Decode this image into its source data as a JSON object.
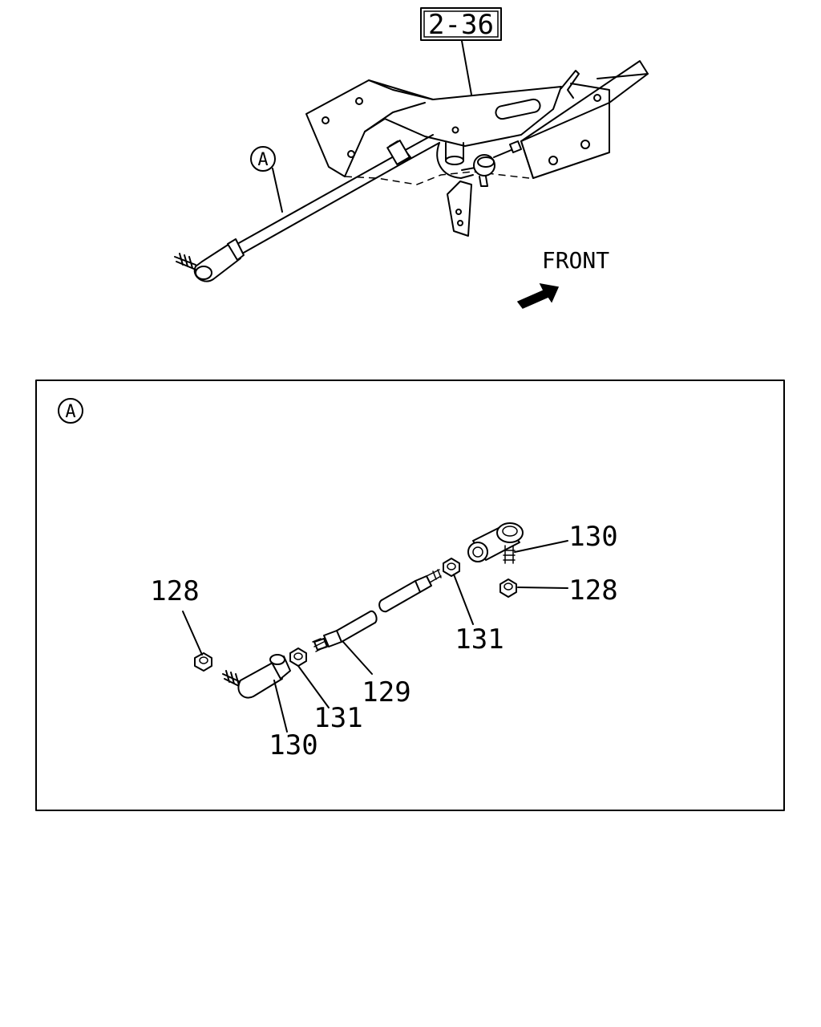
{
  "reference": {
    "label": "2-36"
  },
  "direction": {
    "label": "FRONT"
  },
  "detail": {
    "marker": "A"
  },
  "callouts": [
    {
      "id": "128-left",
      "number": "128"
    },
    {
      "id": "130-left",
      "number": "130"
    },
    {
      "id": "131-left",
      "number": "131"
    },
    {
      "id": "129",
      "number": "129"
    },
    {
      "id": "131-right",
      "number": "131"
    },
    {
      "id": "130-right",
      "number": "130"
    },
    {
      "id": "128-right",
      "number": "128"
    }
  ]
}
